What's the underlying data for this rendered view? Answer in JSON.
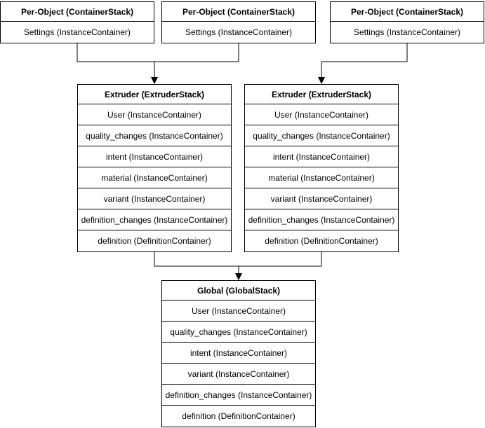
{
  "diagram": {
    "per_object_stacks": [
      {
        "title": "Per-Object (ContainerStack)",
        "rows": [
          "Settings (InstanceContainer)"
        ]
      },
      {
        "title": "Per-Object (ContainerStack)",
        "rows": [
          "Settings (InstanceContainer)"
        ]
      },
      {
        "title": "Per-Object (ContainerStack)",
        "rows": [
          "Settings (InstanceContainer)"
        ]
      }
    ],
    "extruder_stacks": [
      {
        "title": "Extruder (ExtruderStack)",
        "rows": [
          "User (InstanceContainer)",
          "quality_changes (InstanceContainer)",
          "intent (InstanceContainer)",
          "material (InstanceContainer)",
          "variant (InstanceContainer)",
          "definition_changes (InstanceContainer)",
          "definition (DefinitionContainer)"
        ]
      },
      {
        "title": "Extruder (ExtruderStack)",
        "rows": [
          "User (InstanceContainer)",
          "quality_changes (InstanceContainer)",
          "intent (InstanceContainer)",
          "material (InstanceContainer)",
          "variant (InstanceContainer)",
          "definition_changes (InstanceContainer)",
          "definition (DefinitionContainer)"
        ]
      }
    ],
    "global_stack": {
      "title": "Global (GlobalStack)",
      "rows": [
        "User (InstanceContainer)",
        "quality_changes (InstanceContainer)",
        "intent (InstanceContainer)",
        "variant (InstanceContainer)",
        "definition_changes (InstanceContainer)",
        "definition (DefinitionContainer)"
      ]
    },
    "colors": {
      "line": "#000000",
      "box_border": "#000000",
      "box_fill": "#ffffff"
    }
  }
}
